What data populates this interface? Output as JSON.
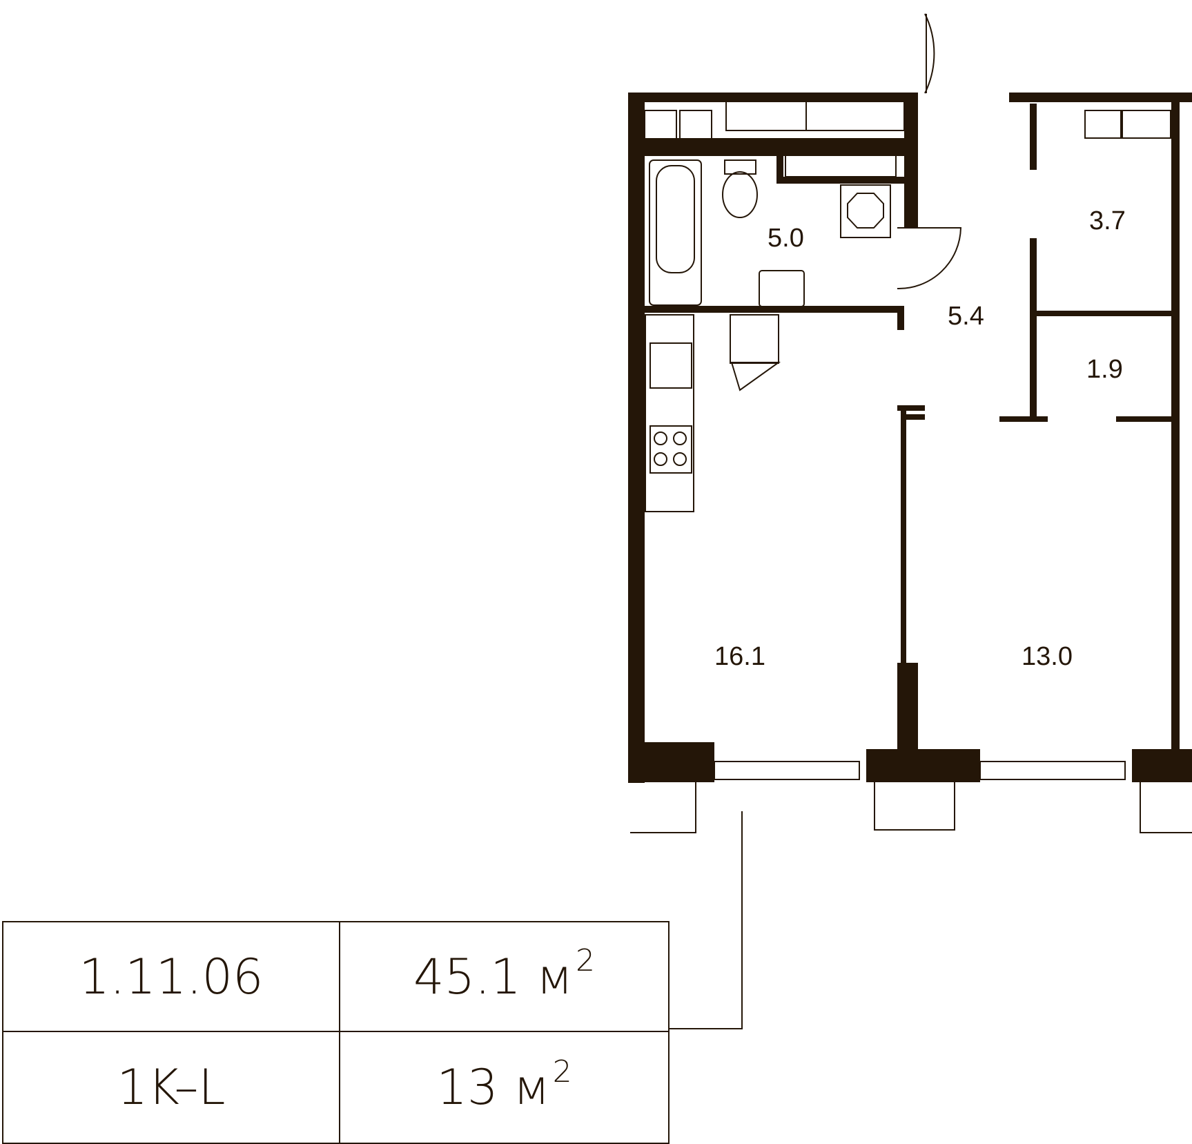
{
  "colors": {
    "wall": "#241608",
    "line": "#241608",
    "background": "#ffffff"
  },
  "rooms": [
    {
      "id": "bathroom",
      "area": "5.0"
    },
    {
      "id": "hallway",
      "area": "5.4"
    },
    {
      "id": "storage-upper",
      "area": "3.7"
    },
    {
      "id": "storage-lower",
      "area": "1.9"
    },
    {
      "id": "kitchen-living",
      "area": "16.1"
    },
    {
      "id": "bedroom",
      "area": "13.0"
    }
  ],
  "info": {
    "apartment_number": "1.11.06",
    "total_area_value": "45.1 м",
    "total_area_unit_power": "2",
    "layout_type": "1K–L",
    "living_area_value": "13 м",
    "living_area_unit_power": "2"
  }
}
